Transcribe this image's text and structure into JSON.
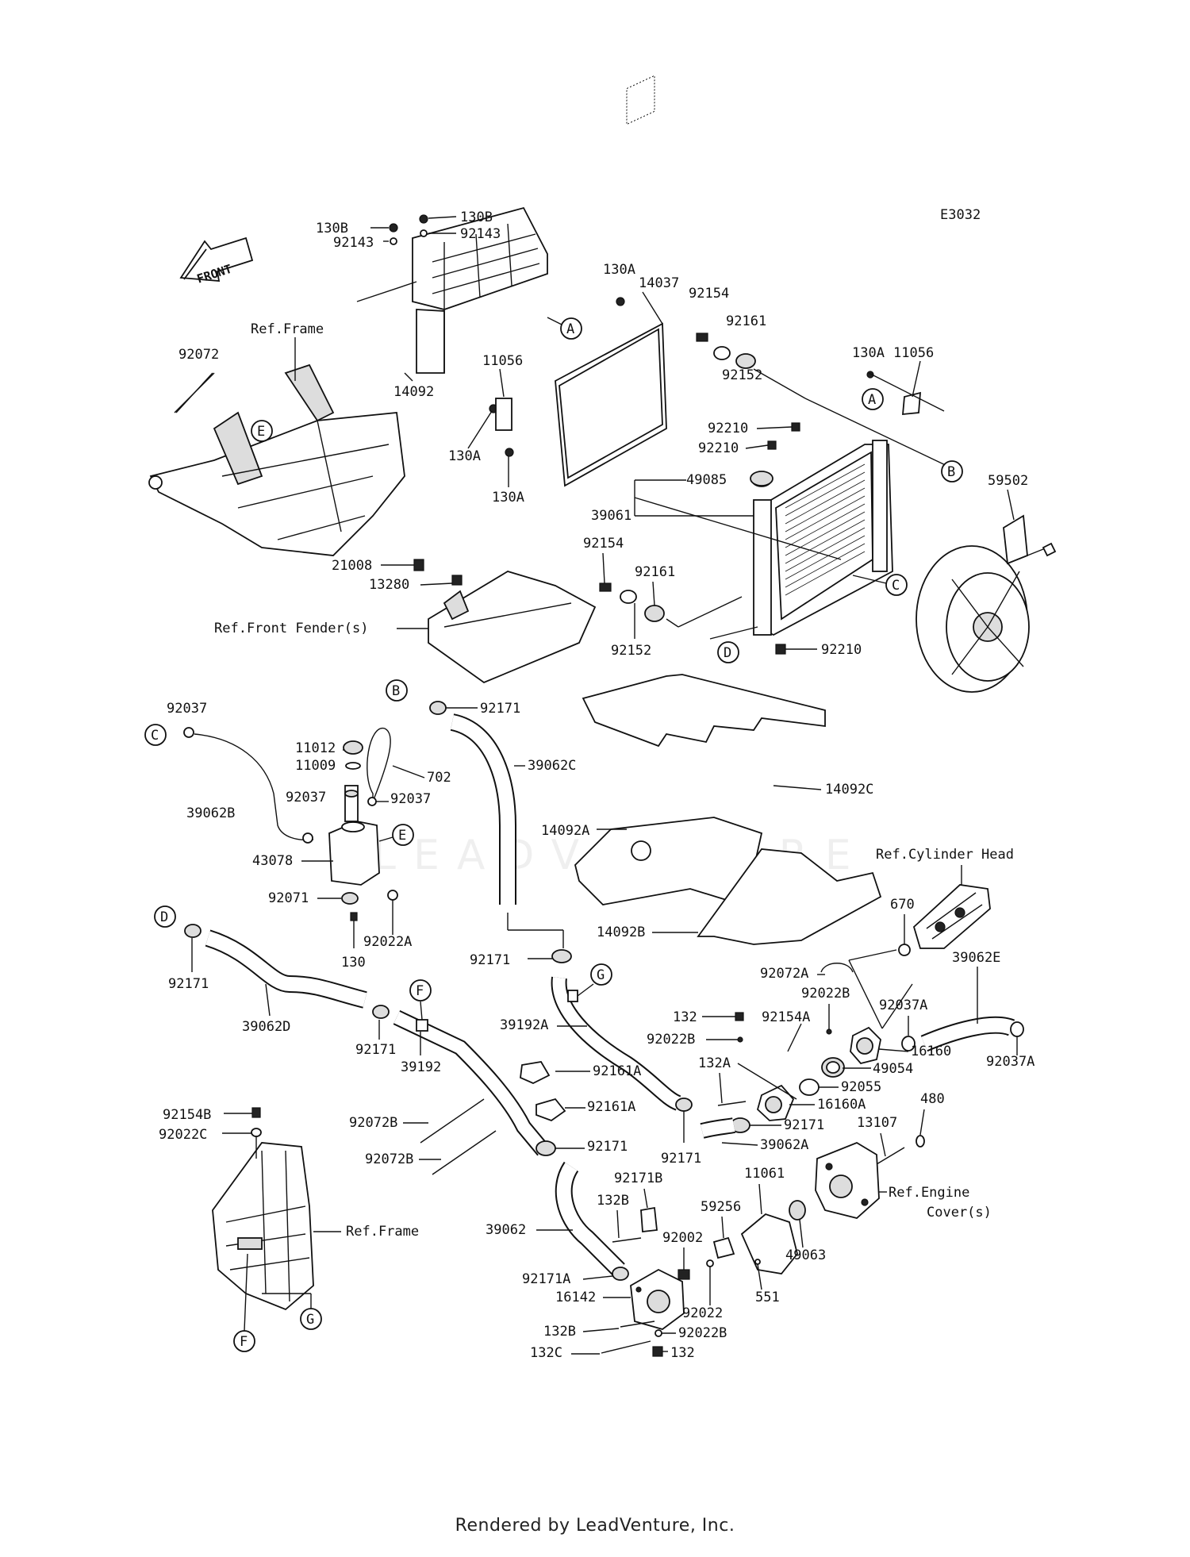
{
  "diagram_code": "E3032",
  "front_label": "FRONT",
  "footer": "Rendered by LeadVenture, Inc.",
  "watermark": "LEADVENTURE",
  "refs": {
    "frame_top": "Ref.Frame",
    "frame_bottom": "Ref.Frame",
    "front_fender": "Ref.Front Fender(s)",
    "cylinder_head": "Ref.Cylinder Head",
    "engine_cover_1": "Ref.Engine",
    "engine_cover_2": "Cover(s)"
  },
  "callouts": {
    "A1": "A",
    "A2": "A",
    "B1": "B",
    "B2": "B",
    "C1": "C",
    "C2": "C",
    "D1": "D",
    "D2": "D",
    "E1": "E",
    "E2": "E",
    "F1": "F",
    "F2": "F",
    "G1": "G",
    "G2": "G"
  },
  "labels": {
    "p130B_a": "130B",
    "p130B_b": "130B",
    "p92143_a": "92143",
    "p92143_b": "92143",
    "p130A_a": "130A",
    "p14037": "14037",
    "p92154_a": "92154",
    "p92161_a": "92161",
    "p130A_b": "130A",
    "p11056_a": "11056",
    "p11056_b": "11056",
    "p92152_a": "92152",
    "p92072": "92072",
    "p14092": "14092",
    "p130A_c": "130A",
    "p130A_d": "130A",
    "p92210_a": "92210",
    "p92210_b": "92210",
    "p49085": "49085",
    "p39061": "39061",
    "p59502": "59502",
    "p92154_b": "92154",
    "p92161_b": "92161",
    "p92152_b": "92152",
    "p92210_c": "92210",
    "p21008": "21008",
    "p13280": "13280",
    "p92037_a": "92037",
    "p92171_a": "92171",
    "p11012": "11012",
    "p11009": "11009",
    "p702": "702",
    "p39062C": "39062C",
    "p92037_b": "92037",
    "p92037_c": "92037",
    "p39062B": "39062B",
    "p14092C": "14092C",
    "p43078": "43078",
    "p14092A": "14092A",
    "p92071": "92071",
    "p130": "130",
    "p92022A": "92022A",
    "p92171_b": "92171",
    "p39062D": "39062D",
    "p92171_c": "92171",
    "p39192": "39192",
    "p92171_d": "92171",
    "p39192A": "39192A",
    "p14092B": "14092B",
    "p670": "670",
    "p39062E": "39062E",
    "p92072A": "92072A",
    "p92022B_a": "92022B",
    "p92037A_a": "92037A",
    "p132_a": "132",
    "p92154A": "92154A",
    "p92022B_b": "92022B",
    "p16160": "16160",
    "p92037A_b": "92037A",
    "p49054": "49054",
    "p132A": "132A",
    "p92055": "92055",
    "p16160A": "16160A",
    "p92161A_a": "92161A",
    "p92161A_b": "92161A",
    "p92171_e": "92171",
    "p92171_f": "92171",
    "p39062A": "39062A",
    "p480": "480",
    "p13107": "13107",
    "p92154B": "92154B",
    "p92022C": "92022C",
    "p92072B_a": "92072B",
    "p92072B_b": "92072B",
    "p92171_g": "92171",
    "p92171B": "92171B",
    "p11061": "11061",
    "p132B_a": "132B",
    "p59256": "59256",
    "p39062": "39062",
    "p92002": "92002",
    "p49063": "49063",
    "p92171A": "92171A",
    "p16142": "16142",
    "p92022": "92022",
    "p551": "551",
    "p132B_b": "132B",
    "p92022B_c": "92022B",
    "p132C": "132C",
    "p132_b": "132"
  }
}
